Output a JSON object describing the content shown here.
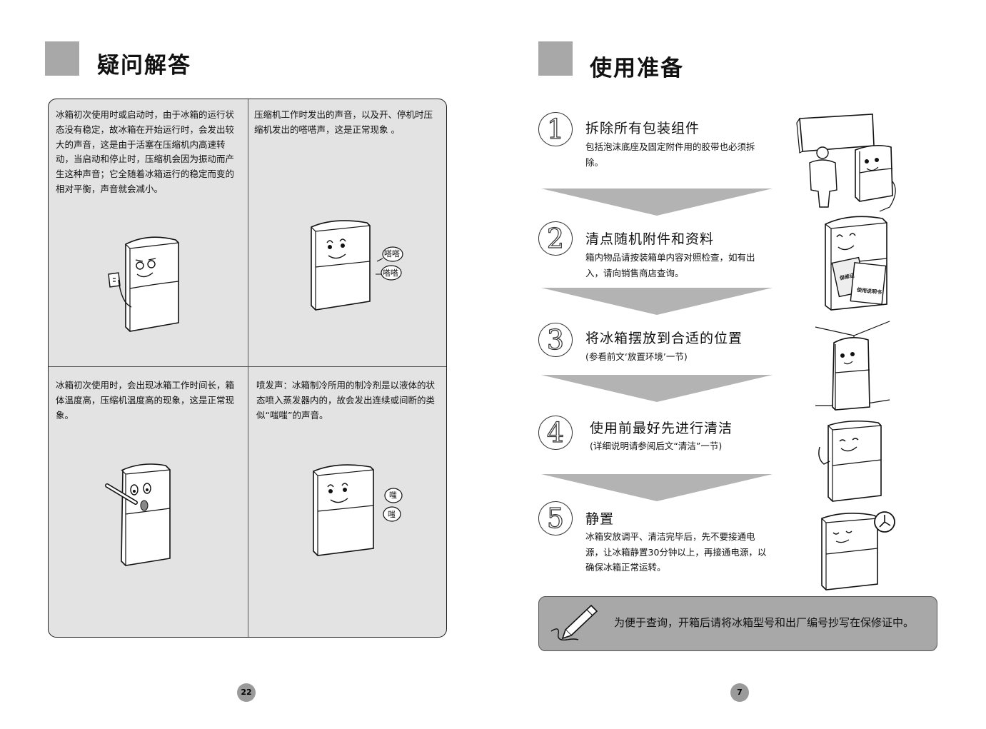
{
  "left_page": {
    "title": "疑问解答",
    "page_number": "22",
    "panels": [
      {
        "text": "冰箱初次使用时或启动时，由于冰箱的运行状态没有稳定，故冰箱在开始运行时，会发出较大的声音，这是由于活塞在压缩机内高速转动，当启动和停止时，压缩机会因为振动而产生这种声音；它全随着冰箱运行的稳定而变的相对平衡，声音就会减小。"
      },
      {
        "text": "压缩机工作时发出的声音，以及开、停机时压缩机发出的嗒嗒声，这是正常现象 。",
        "bubbles": [
          "嗒嗒",
          "嗒嗒"
        ]
      },
      {
        "text": "冰箱初次使用时，会出现冰箱工作时间长，箱体温度高，压缩机温度高的现象，这是正常现象。"
      },
      {
        "text": "喷发声：冰箱制冷所用的制冷剂是以液体的状态喷入蒸发器内的，故会发出连续或间断的类似“嗤嗤”的声音。",
        "bubbles": [
          "嗤",
          "嗤"
        ]
      }
    ]
  },
  "right_page": {
    "title": "使用准备",
    "page_number": "7",
    "steps": [
      {
        "num": "1",
        "title": "拆除所有包装组件",
        "desc": "包括泡沫底座及固定附件用的胶带也必须拆除。"
      },
      {
        "num": "2",
        "title": "清点随机附件和资料",
        "desc": "箱内物品请按装箱单内容对照检查，如有出入，请向销售商店查询。",
        "card_labels": [
          "保修证",
          "使用说明书"
        ]
      },
      {
        "num": "3",
        "title": "将冰箱摆放到合适的位置",
        "desc": "(参看前文‘放置环境’一节)"
      },
      {
        "num": "4",
        "title": "使用前最好先进行清洁",
        "desc": "(详细说明请参阅后文“清洁”一节)"
      },
      {
        "num": "5",
        "title": "静置",
        "desc": "冰箱安放调平、清洁完毕后，先不要接通电源，让冰箱静置30分钟以上，再接通电源，以确保冰箱正常运转。"
      }
    ],
    "tip": "为便于查询，开箱后请将冰箱型号和出厂编号抄写在保修证中。"
  },
  "icons": [
    "fridge-icon",
    "pencil-icon",
    "clock-icon",
    "speech-bubble-icon",
    "plug-socket-icon",
    "thermometer-icon"
  ]
}
